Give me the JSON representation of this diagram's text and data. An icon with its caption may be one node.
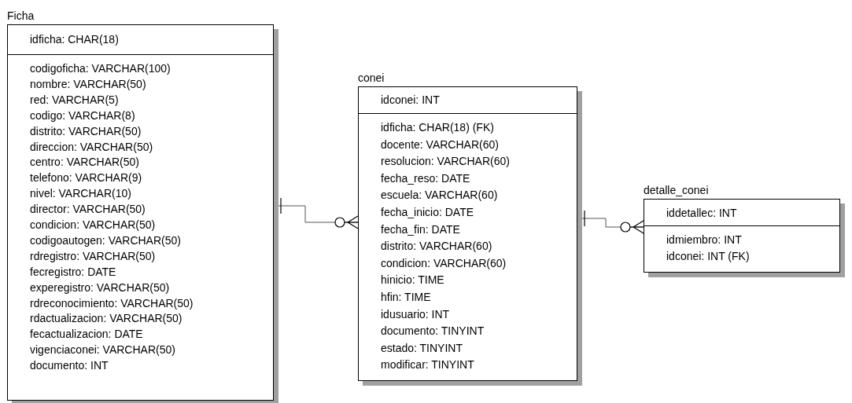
{
  "diagram": {
    "nodes": [
      {
        "text": [
          "Ficha",
          "idficha: CHAR(18)",
          "codigoficha: VARCHAR(100)",
          "nombre: VARCHAR(50)",
          "red: VARCHAR(5)",
          "codigo: VARCHAR(8)",
          "distrito: VARCHAR(50)",
          "direccion: VARCHAR(50)",
          "centro: VARCHAR(50)",
          "telefono: VARCHAR(9)",
          "nivel: VARCHAR(10)",
          "director: VARCHAR(50)",
          "condicion: VARCHAR(50)",
          "codigoautogen: VARCHAR(50)",
          "rdregistro: VARCHAR(50)",
          "fecregistro: DATE",
          "experegistro: VARCHAR(50)",
          "rdreconocimiento: VARCHAR(50)",
          "rdactualizacion: VARCHAR(50)",
          "fecactualizacion: DATE",
          "vigenciaconei: VARCHAR(50)",
          "documento: INT"
        ]
      },
      {
        "text": [
          "conei",
          "idconei: INT",
          "idficha: CHAR(18) (FK)",
          "docente: VARCHAR(60)",
          "resolucion: VARCHAR(60)",
          "fecha_reso: DATE",
          "escuela: VARCHAR(60)",
          "fecha_inicio: DATE",
          "fecha_fin: DATE",
          "distrito: VARCHAR(60)",
          "condicion: VARCHAR(60)",
          "hinicio: TIME",
          "hfin: TIME",
          "idusuario: INT",
          "documento: TINYINT",
          "estado: TINYINT",
          "modificar: TINYINT"
        ]
      },
      {
        "text": [
          "detalle_conei",
          "iddetallec: INT",
          "idmiembro: INT",
          "idconei: INT (FK)"
        ]
      }
    ],
    "edges": [
      {
        "from": 0,
        "to": 1,
        "arrow": "other"
      },
      {
        "from": 1,
        "to": 2,
        "arrow": "other"
      }
    ]
  }
}
